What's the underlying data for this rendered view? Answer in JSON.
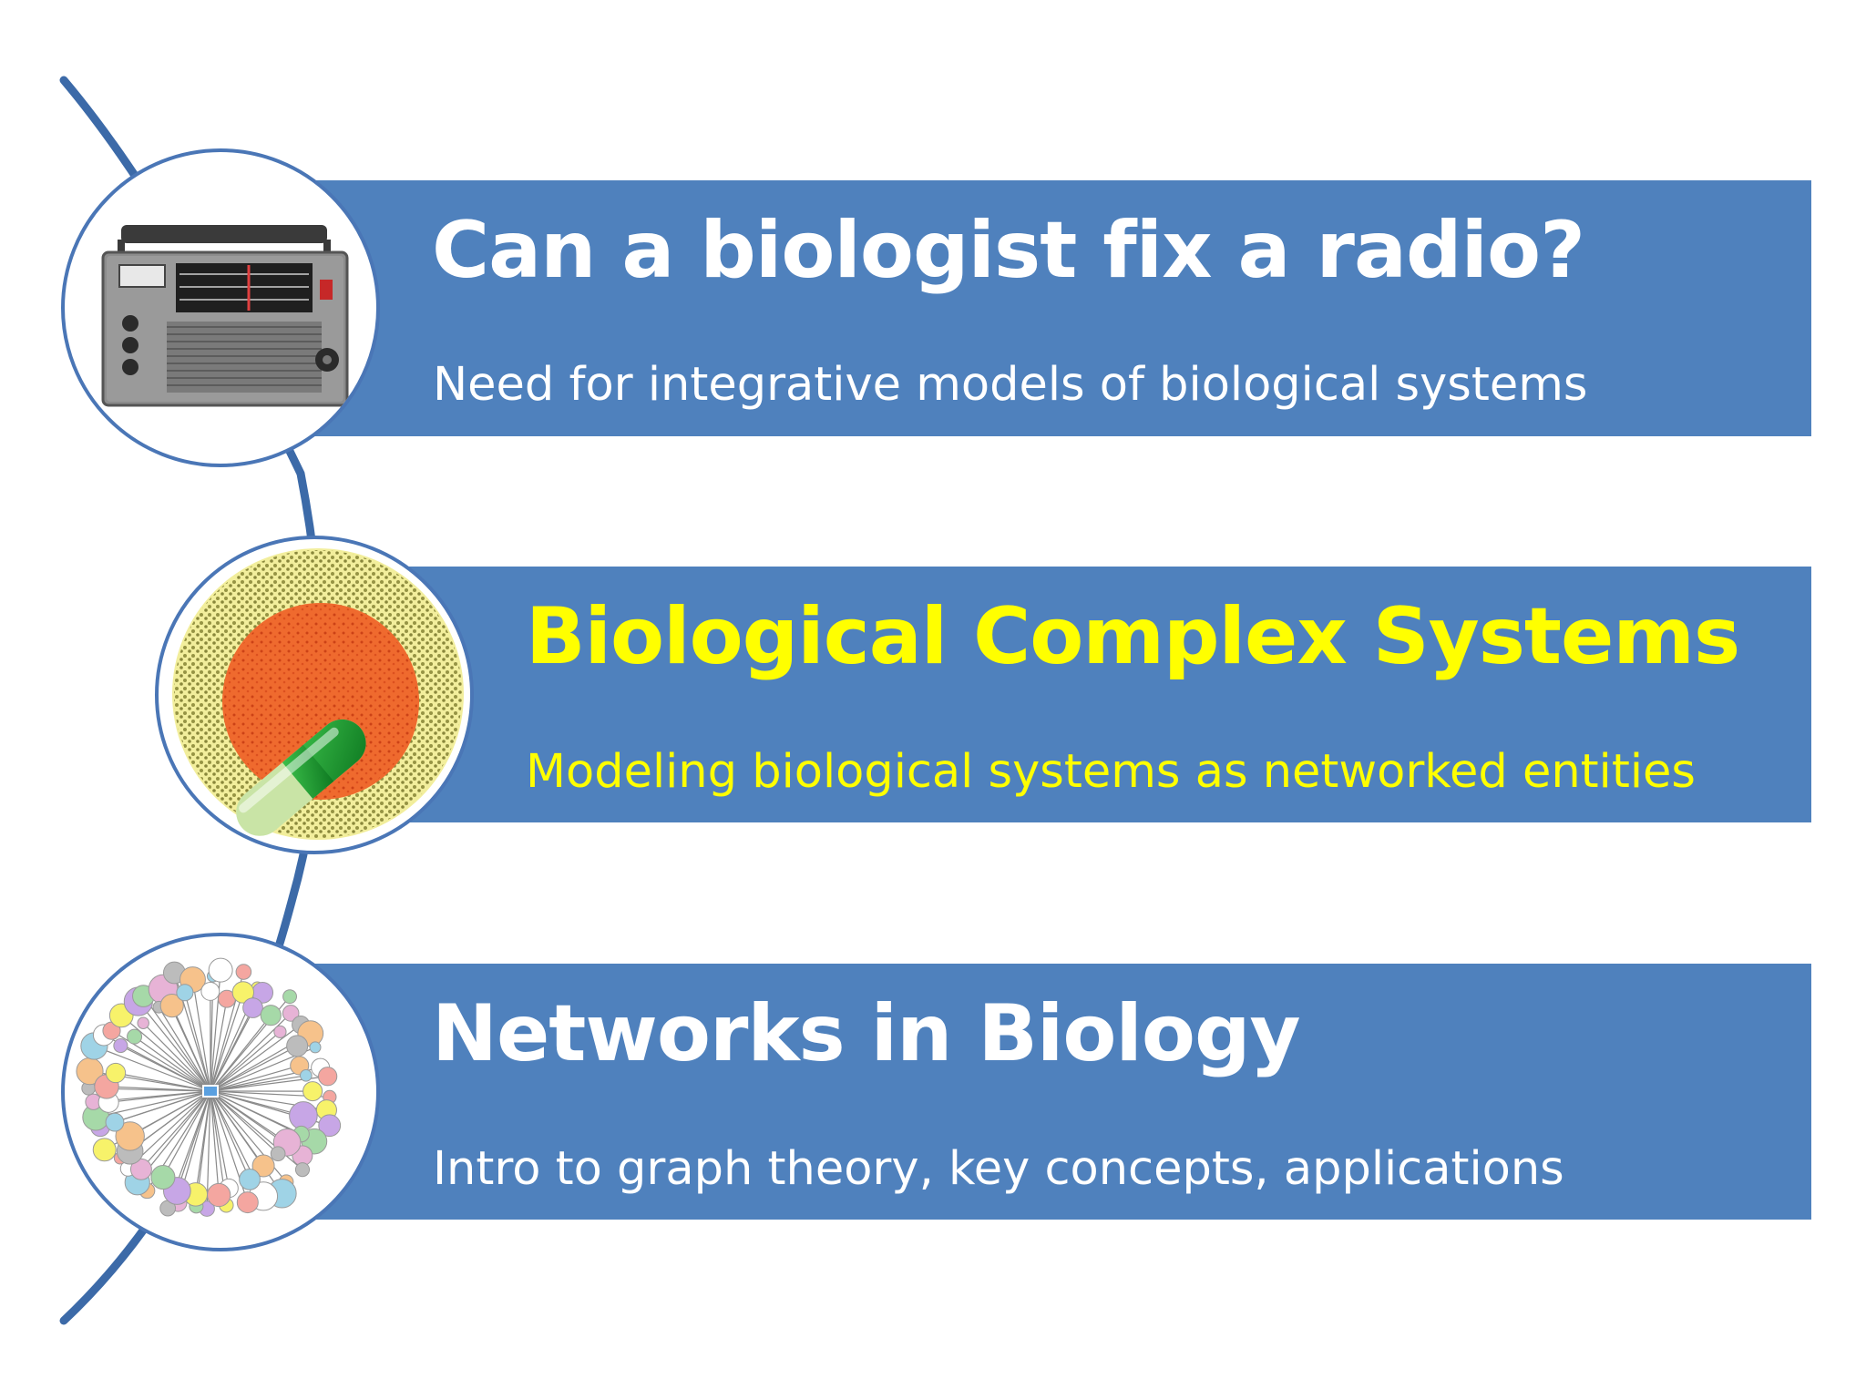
{
  "items": [
    {
      "title": "Can a biologist fix a radio?",
      "subtitle": "Need for integrative models of biological systems",
      "title_color": "#ffffff",
      "subtitle_color": "#ffffff",
      "icon": "radio-icon"
    },
    {
      "title": "Biological Complex Systems",
      "subtitle": "Modeling biological systems as networked entities",
      "title_color": "#ffff00",
      "subtitle_color": "#ffff00",
      "icon": "cell-with-capsule-icon"
    },
    {
      "title": "Networks in Biology",
      "subtitle": "Intro to graph theory, key concepts, applications",
      "title_color": "#ffffff",
      "subtitle_color": "#ffffff",
      "icon": "network-graph-icon"
    }
  ],
  "colors": {
    "band": "#4f81bd",
    "connector": "#3c6aa8",
    "circle_border": "#4a76b6"
  }
}
